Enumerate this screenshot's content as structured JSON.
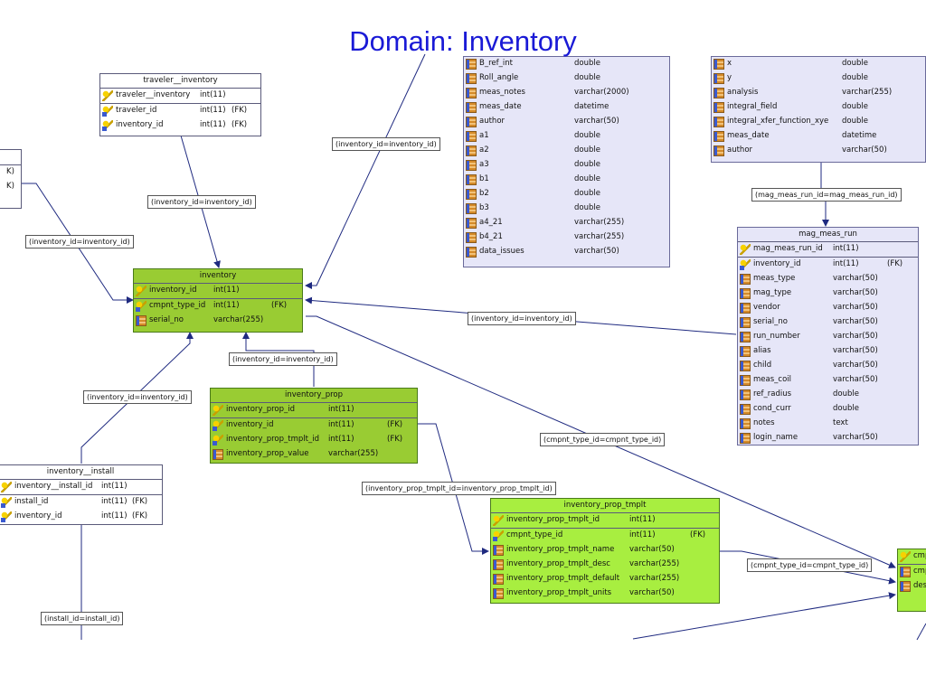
{
  "title": "Domain: Inventory",
  "colors": {
    "connector": "#1f2a80",
    "green_table": "#99cc33",
    "lime_table": "#a8ee40",
    "lavender_table": "#e6e6f8"
  },
  "tables": {
    "traveler_inventory": {
      "name": "traveler__inventory",
      "groups": [
        [
          {
            "name": "traveler__inventory",
            "type": "int(11)",
            "fk": "",
            "icon": "key"
          }
        ],
        [
          {
            "name": "traveler_id",
            "type": "int(11)",
            "fk": "(FK)",
            "icon": "fkey"
          },
          {
            "name": "inventory_id",
            "type": "int(11)",
            "fk": "(FK)",
            "icon": "fkey"
          }
        ]
      ]
    },
    "left_partial": {
      "groups": [
        [
          {
            "name": "",
            "type": "",
            "fk": "",
            "icon": "none"
          }
        ],
        [
          {
            "name": "",
            "type": "",
            "fk": "K)",
            "icon": "none"
          },
          {
            "name": "",
            "type": "",
            "fk": "K)",
            "icon": "none"
          }
        ]
      ]
    },
    "center_partial": {
      "groups": [
        [
          {
            "name": "B_ref_int",
            "type": "double",
            "icon": "col"
          },
          {
            "name": "Roll_angle",
            "type": "double",
            "icon": "col"
          },
          {
            "name": "meas_notes",
            "type": "varchar(2000)",
            "icon": "col"
          },
          {
            "name": "meas_date",
            "type": "datetime",
            "icon": "col"
          },
          {
            "name": "author",
            "type": "varchar(50)",
            "icon": "col"
          },
          {
            "name": "a1",
            "type": "double",
            "icon": "col"
          },
          {
            "name": "a2",
            "type": "double",
            "icon": "col"
          },
          {
            "name": "a3",
            "type": "double",
            "icon": "col"
          },
          {
            "name": "b1",
            "type": "double",
            "icon": "col"
          },
          {
            "name": "b2",
            "type": "double",
            "icon": "col"
          },
          {
            "name": "b3",
            "type": "double",
            "icon": "col"
          },
          {
            "name": "a4_21",
            "type": "varchar(255)",
            "icon": "col"
          },
          {
            "name": "b4_21",
            "type": "varchar(255)",
            "icon": "col"
          },
          {
            "name": "data_issues",
            "type": "varchar(50)",
            "icon": "col"
          }
        ]
      ]
    },
    "right_partial": {
      "groups": [
        [
          {
            "name": "x",
            "type": "double",
            "icon": "col"
          },
          {
            "name": "y",
            "type": "double",
            "icon": "col"
          },
          {
            "name": "analysis",
            "type": "varchar(255)",
            "icon": "col"
          },
          {
            "name": "integral_field",
            "type": "double",
            "icon": "col"
          },
          {
            "name": "integral_xfer_function_xye",
            "type": "double",
            "icon": "col"
          },
          {
            "name": "meas_date",
            "type": "datetime",
            "icon": "col"
          },
          {
            "name": "author",
            "type": "varchar(50)",
            "icon": "col"
          }
        ]
      ]
    },
    "inventory": {
      "name": "inventory",
      "groups": [
        [
          {
            "name": "inventory_id",
            "type": "int(11)",
            "fk": "",
            "icon": "key"
          }
        ],
        [
          {
            "name": "cmpnt_type_id",
            "type": "int(11)",
            "fk": "(FK)",
            "icon": "fkey"
          },
          {
            "name": "serial_no",
            "type": "varchar(255)",
            "fk": "",
            "icon": "col"
          }
        ]
      ]
    },
    "inventory_prop": {
      "name": "inventory_prop",
      "groups": [
        [
          {
            "name": "inventory_prop_id",
            "type": "int(11)",
            "fk": "",
            "icon": "key"
          }
        ],
        [
          {
            "name": "inventory_id",
            "type": "int(11)",
            "fk": "(FK)",
            "icon": "fkey"
          },
          {
            "name": "inventory_prop_tmplt_id",
            "type": "int(11)",
            "fk": "(FK)",
            "icon": "fkey"
          },
          {
            "name": "inventory_prop_value",
            "type": "varchar(255)",
            "fk": "",
            "icon": "col"
          }
        ]
      ]
    },
    "inventory_install": {
      "name": "inventory__install",
      "groups": [
        [
          {
            "name": "inventory__install_id",
            "type": "int(11)",
            "fk": "",
            "icon": "key"
          }
        ],
        [
          {
            "name": "install_id",
            "type": "int(11)",
            "fk": "(FK)",
            "icon": "fkey"
          },
          {
            "name": "inventory_id",
            "type": "int(11)",
            "fk": "(FK)",
            "icon": "fkey"
          }
        ]
      ]
    },
    "inventory_prop_tmplt": {
      "name": "inventory_prop_tmplt",
      "groups": [
        [
          {
            "name": "inventory_prop_tmplt_id",
            "type": "int(11)",
            "fk": "",
            "icon": "key"
          }
        ],
        [
          {
            "name": "cmpnt_type_id",
            "type": "int(11)",
            "fk": "(FK)",
            "icon": "fkey"
          },
          {
            "name": "inventory_prop_tmplt_name",
            "type": "varchar(50)",
            "fk": "",
            "icon": "col"
          },
          {
            "name": "inventory_prop_tmplt_desc",
            "type": "varchar(255)",
            "fk": "",
            "icon": "col"
          },
          {
            "name": "inventory_prop_tmplt_default",
            "type": "varchar(255)",
            "fk": "",
            "icon": "col"
          },
          {
            "name": "inventory_prop_tmplt_units",
            "type": "varchar(50)",
            "fk": "",
            "icon": "col"
          }
        ]
      ]
    },
    "mag_meas_run": {
      "name": "mag_meas_run",
      "groups": [
        [
          {
            "name": "mag_meas_run_id",
            "type": "int(11)",
            "fk": "",
            "icon": "key"
          }
        ],
        [
          {
            "name": "inventory_id",
            "type": "int(11)",
            "fk": "(FK)",
            "icon": "fkey"
          },
          {
            "name": "meas_type",
            "type": "varchar(50)",
            "fk": "",
            "icon": "col"
          },
          {
            "name": "mag_type",
            "type": "varchar(50)",
            "fk": "",
            "icon": "col"
          },
          {
            "name": "vendor",
            "type": "varchar(50)",
            "fk": "",
            "icon": "col"
          },
          {
            "name": "serial_no",
            "type": "varchar(50)",
            "fk": "",
            "icon": "col"
          },
          {
            "name": "run_number",
            "type": "varchar(50)",
            "fk": "",
            "icon": "col"
          },
          {
            "name": "alias",
            "type": "varchar(50)",
            "fk": "",
            "icon": "col"
          },
          {
            "name": "child",
            "type": "varchar(50)",
            "fk": "",
            "icon": "col"
          },
          {
            "name": "meas_coil",
            "type": "varchar(50)",
            "fk": "",
            "icon": "col"
          },
          {
            "name": "ref_radius",
            "type": "double",
            "fk": "",
            "icon": "col"
          },
          {
            "name": "cond_curr",
            "type": "double",
            "fk": "",
            "icon": "col"
          },
          {
            "name": "notes",
            "type": "text",
            "fk": "",
            "icon": "col"
          },
          {
            "name": "login_name",
            "type": "varchar(50)",
            "fk": "",
            "icon": "col"
          }
        ]
      ]
    },
    "cmpnt_partial": {
      "groups": [
        [
          {
            "name": "cmp",
            "type": "",
            "fk": "",
            "icon": "key"
          }
        ],
        [
          {
            "name": "cmp",
            "type": "",
            "fk": "",
            "icon": "col"
          },
          {
            "name": "des",
            "type": "",
            "fk": "",
            "icon": "col"
          }
        ]
      ]
    }
  },
  "relationships": [
    {
      "label": "(inventory_id=inventory_id)"
    },
    {
      "label": "(inventory_id=inventory_id)"
    },
    {
      "label": "(inventory_id=inventory_id)"
    },
    {
      "label": "(inventory_id=inventory_id)"
    },
    {
      "label": "(inventory_id=inventory_id)"
    },
    {
      "label": "(inventory_id=inventory_id)"
    },
    {
      "label": "(mag_meas_run_id=mag_meas_run_id)"
    },
    {
      "label": "(cmpnt_type_id=cmpnt_type_id)"
    },
    {
      "label": "(inventory_prop_tmplt_id=inventory_prop_tmplt_id)"
    },
    {
      "label": "(cmpnt_type_id=cmpnt_type_id)"
    },
    {
      "label": "(install_id=install_id)"
    }
  ]
}
